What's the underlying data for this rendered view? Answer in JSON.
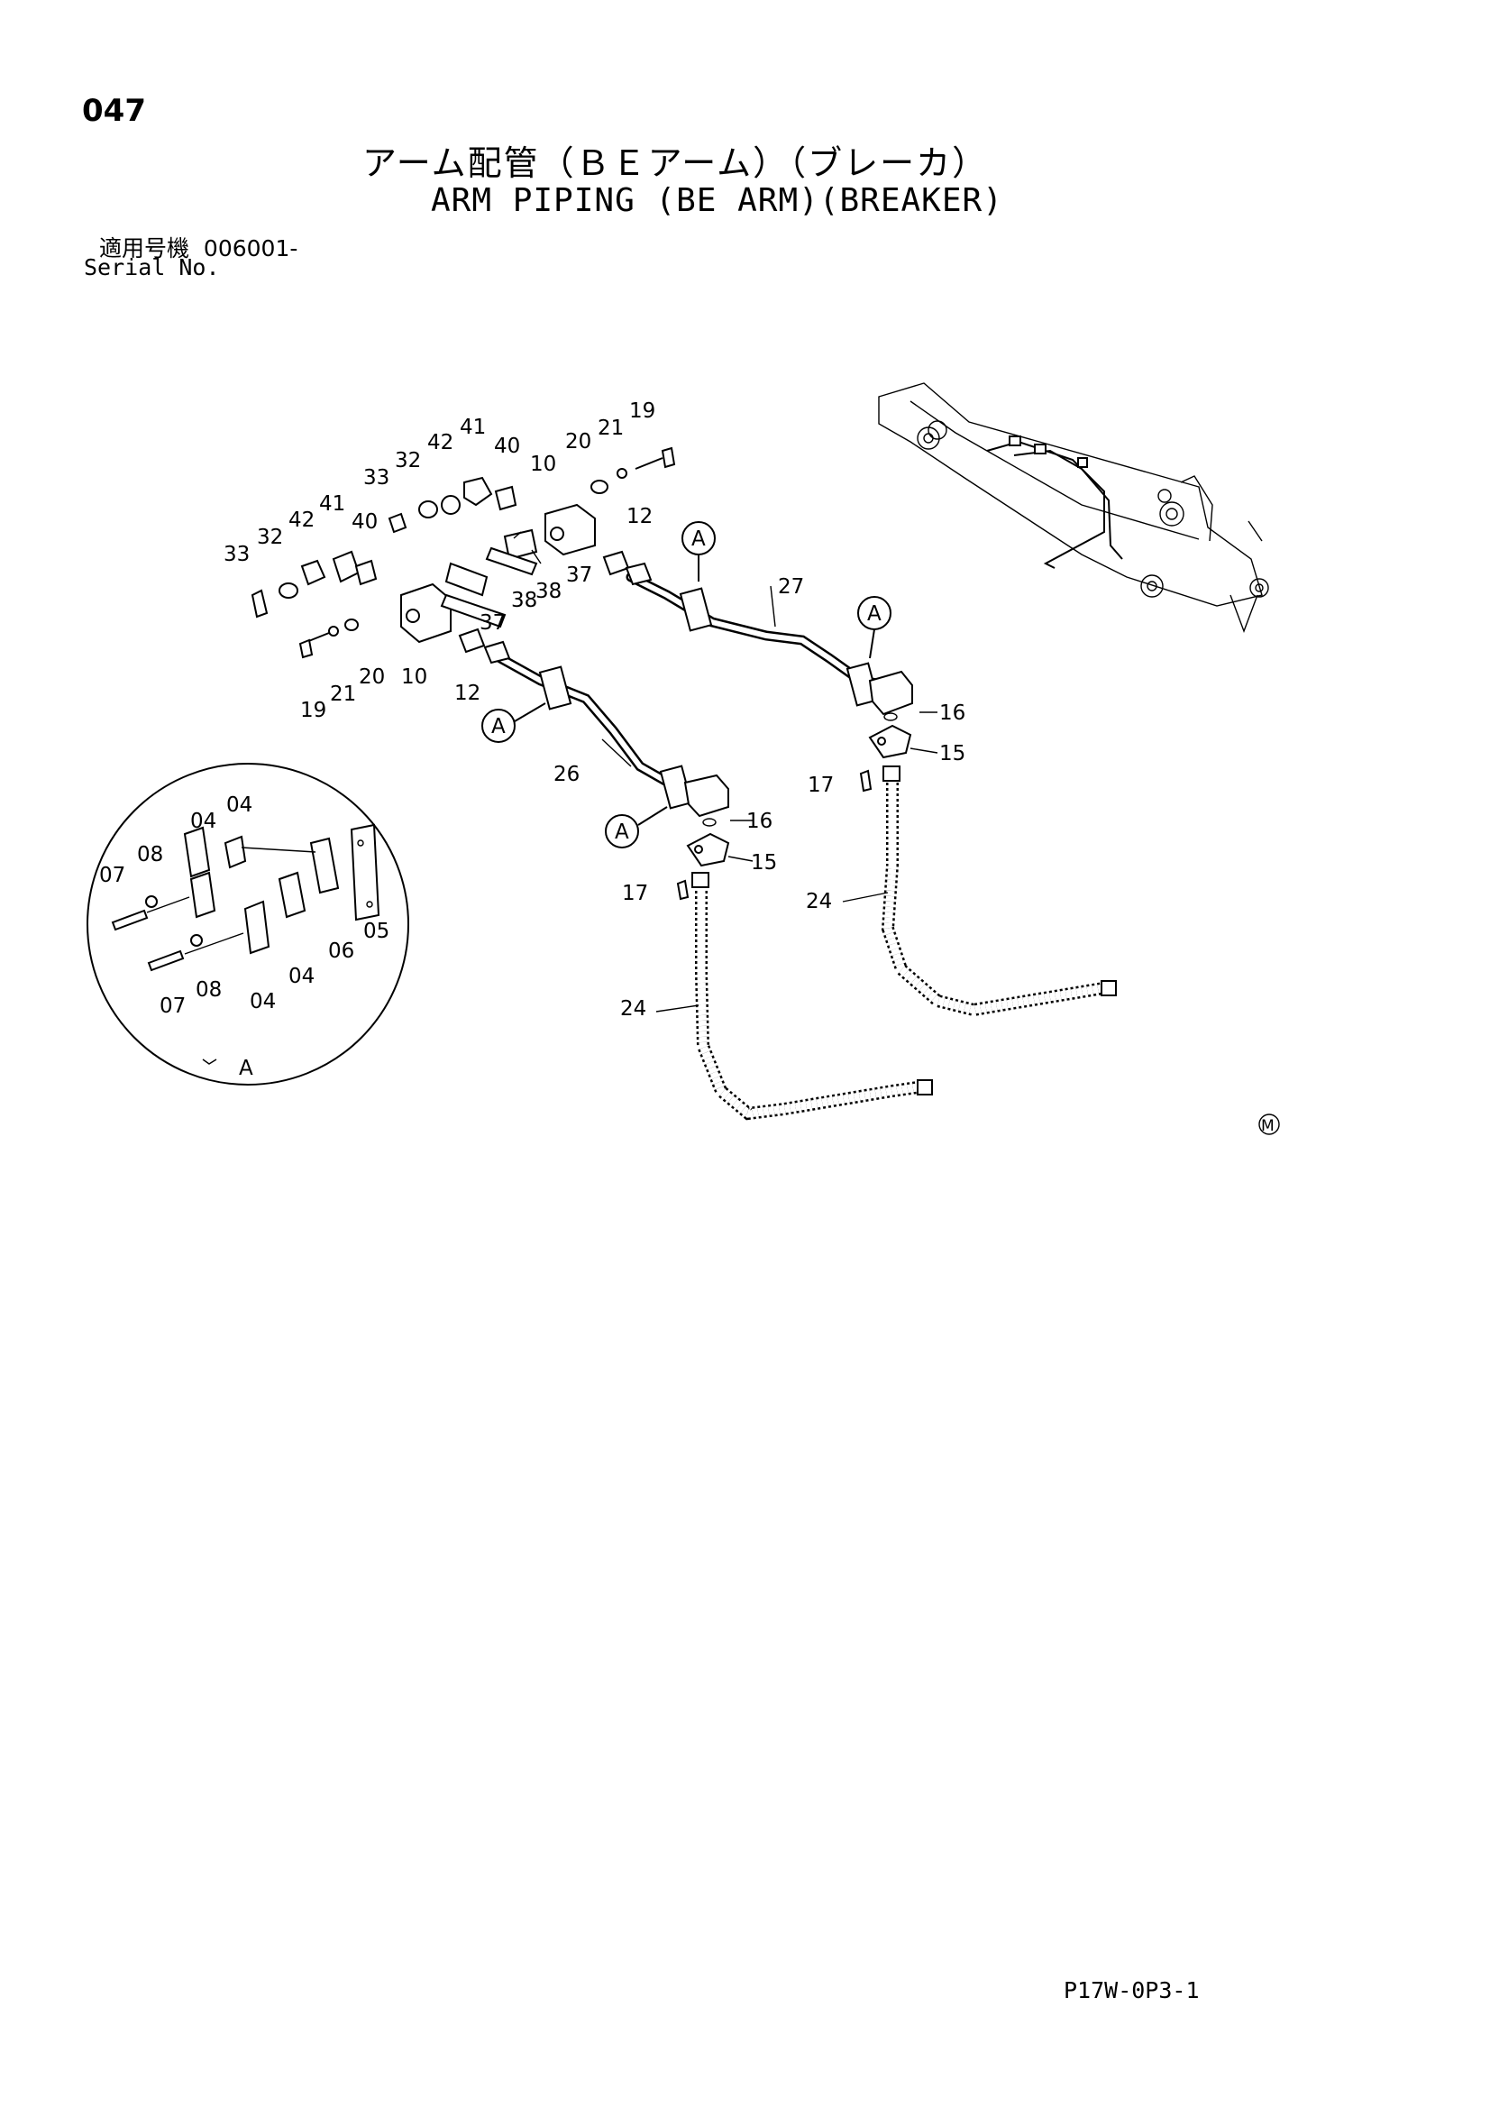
{
  "page_number": "047",
  "title_jp": "アーム配管（ＢＥアーム）（ブレーカ）",
  "title_en": "ARM PIPING (BE ARM)(BREAKER)",
  "serial_label_jp": "適用号機",
  "serial_value": "006001-",
  "serial_label_en": "Serial No.",
  "drawing_code": "P17W-0P3-1",
  "detail_label": "A",
  "m_mark": "M",
  "part_labels": {
    "p19a": "19",
    "p21a": "21",
    "p20a": "20",
    "p40a": "40",
    "p41a": "41",
    "p42a": "42",
    "p32a": "32",
    "p33a": "33",
    "p10a": "10",
    "p12a": "12",
    "p37a": "37",
    "p38a": "38",
    "p33b": "33",
    "p32b": "32",
    "p42b": "42",
    "p41b": "41",
    "p40b": "40",
    "p38b": "38",
    "p37b": "37",
    "p19b": "19",
    "p21b": "21",
    "p20b": "20",
    "p10b": "10",
    "p12b": "12",
    "p27": "27",
    "p26": "26",
    "p16a": "16",
    "p15a": "15",
    "p17a": "17",
    "p16b": "16",
    "p15b": "15",
    "p17b": "17",
    "p24a": "24",
    "p24b": "24",
    "d04a": "04",
    "d04b": "04",
    "d04c": "04",
    "d04d": "04",
    "d07a": "07",
    "d07b": "07",
    "d08a": "08",
    "d08b": "08",
    "d06": "06",
    "d05": "05"
  },
  "callouts": [
    "A",
    "A",
    "A",
    "A"
  ]
}
